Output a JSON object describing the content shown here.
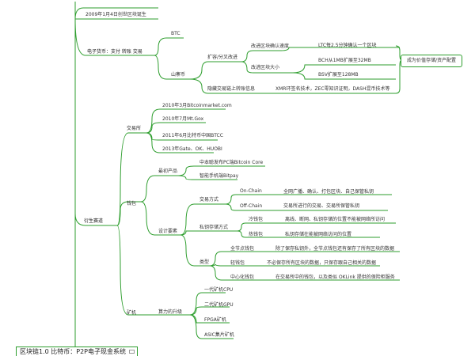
{
  "mindmap": {
    "root": "区块链1.0 比特币：P2P电子现金系统",
    "summary_box": "成为价值存储/资产配置",
    "nodes": {
      "genesis": "2009年1月4日创世区块诞生",
      "ecash": "电子货币：支付 转账 交易",
      "btc": "BTC",
      "altcoins": "山寨币",
      "expand": "扩容/分叉改进",
      "speed": "改进区块确认速度",
      "ltc": "LTC每2.5分钟确认一个区块",
      "size": "改进区块大小",
      "bch": "BCH从1MB扩展至32MB",
      "bsv": "BSV扩展至128MB",
      "privacy": "隐藏交易链上转账信息",
      "privacy_coins": "XMR环签名技术，ZEC零知识证明，DASH混币技术等",
      "derived": "衍生赛道",
      "exchange": "交易所",
      "ex1": "2010年3月Bitcoinmarket.com",
      "ex2": "2010年7月Mt.Gox",
      "ex3": "2011年6月比特币中国BTCC",
      "ex4": "2013年Gate、OK、HUOBI",
      "wallet": "钱包",
      "early": "最初产品",
      "core": "中本聪发布PC端Bitcoin Core",
      "bitpay": "智能手机端Bitpay",
      "design": "设计要素",
      "txmode": "交易方式",
      "onchain": "On-Chain",
      "onchain_desc": "全网广播、确认、打包区块、自己保管私钥",
      "offchain": "Off-Chain",
      "offchain_desc": "交易所进行的交易、交易所保管私钥",
      "keystore": "私钥存储方式",
      "cold": "冷钱包",
      "cold_desc": "离线、断网、私钥存储的位置不能被网络所访问",
      "hot": "热钱包",
      "hot_desc": "私钥存储在能被网络访问的位置",
      "type": "类型",
      "full": "全节点钱包",
      "full_desc": "除了保存私钥外，全节点钱包还有保存了所有区块的数据",
      "light": "轻钱包",
      "light_desc": "不必保存所有区块的数据，只保存跟自己相关的数据",
      "central": "中心化钱包",
      "central_desc": "在交易所中的钱包，以及类似 OKLink 提供的保险柜服务",
      "mining": "矿机",
      "hashpower": "算力的升级",
      "m1": "一代矿机CPU",
      "m2": "二代矿机GPU",
      "m3": "FPGA矿机",
      "m4": "ASIC集片矿机"
    }
  }
}
